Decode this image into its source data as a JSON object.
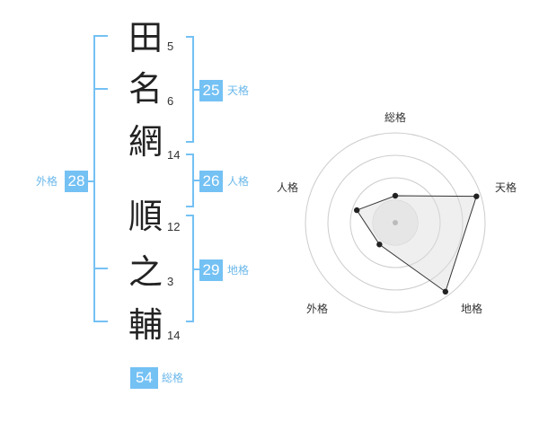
{
  "colors": {
    "accent": "#74c1f4",
    "accent_text": "#6bb8ea",
    "radar_grid": "#cccccc",
    "radar_fill": "#eeeeee",
    "radar_line": "#333333"
  },
  "name": {
    "characters": [
      {
        "char": "田",
        "strokes": "5"
      },
      {
        "char": "名",
        "strokes": "6"
      },
      {
        "char": "網",
        "strokes": "14"
      },
      {
        "char": "順",
        "strokes": "12"
      },
      {
        "char": "之",
        "strokes": "3"
      },
      {
        "char": "輔",
        "strokes": "14"
      }
    ]
  },
  "fortune": {
    "tenkaku": {
      "value": "25",
      "label": "天格"
    },
    "jinkaku": {
      "value": "26",
      "label": "人格"
    },
    "chikaku": {
      "value": "29",
      "label": "地格"
    },
    "gaikaku": {
      "value": "28",
      "label": "外格"
    },
    "soukaku": {
      "value": "54",
      "label": "総格"
    }
  },
  "chart_data": {
    "type": "radar",
    "axes": [
      "総格",
      "天格",
      "地格",
      "外格",
      "人格"
    ],
    "rings": 4,
    "values": [
      0.3,
      0.95,
      0.95,
      0.3,
      0.45
    ]
  }
}
